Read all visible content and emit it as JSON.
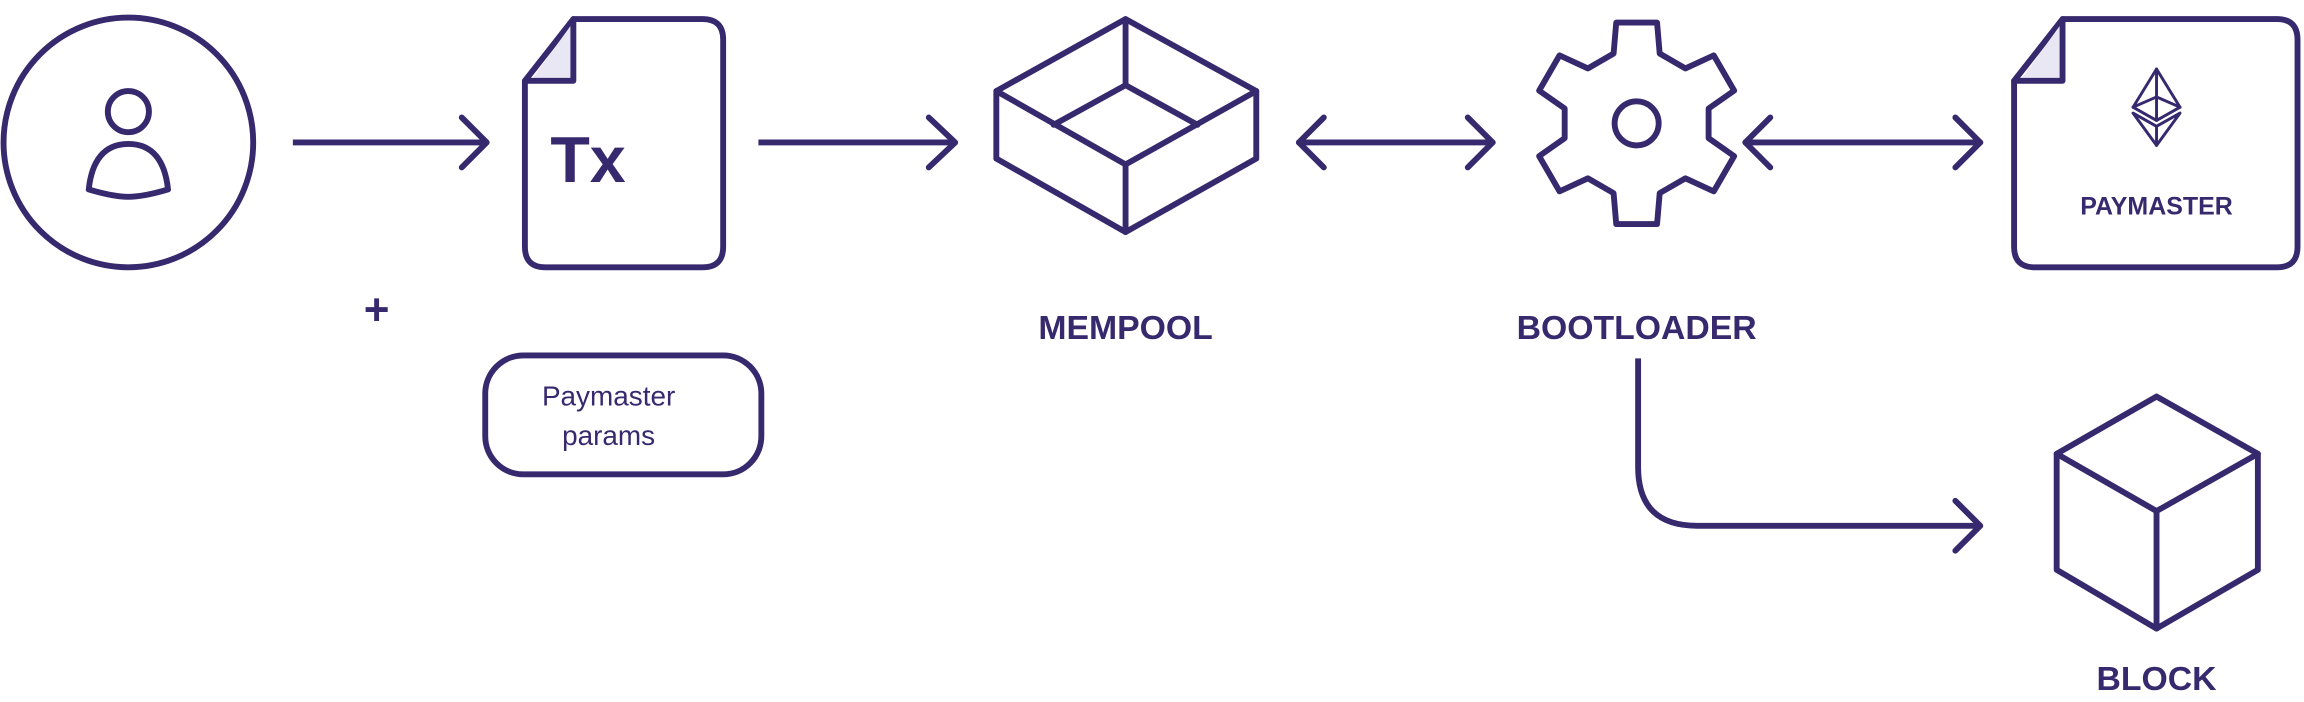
{
  "colors": {
    "stroke": "#37296e",
    "fold": "#e9e7f3",
    "background": "#ffffff"
  },
  "nodes": {
    "user": {
      "icon": "user-icon"
    },
    "tx": {
      "label": "Tx",
      "plus": "+",
      "params_line1": "Paymaster",
      "params_line2": "params"
    },
    "mempool": {
      "label": "MEMPOOL",
      "icon": "open-box-icon"
    },
    "bootloader": {
      "label": "BOOTLOADER",
      "icon": "gear-icon"
    },
    "paymaster": {
      "label": "PAYMASTER",
      "icon": "ethereum-icon"
    },
    "block": {
      "label": "BLOCK",
      "icon": "cube-icon"
    }
  }
}
